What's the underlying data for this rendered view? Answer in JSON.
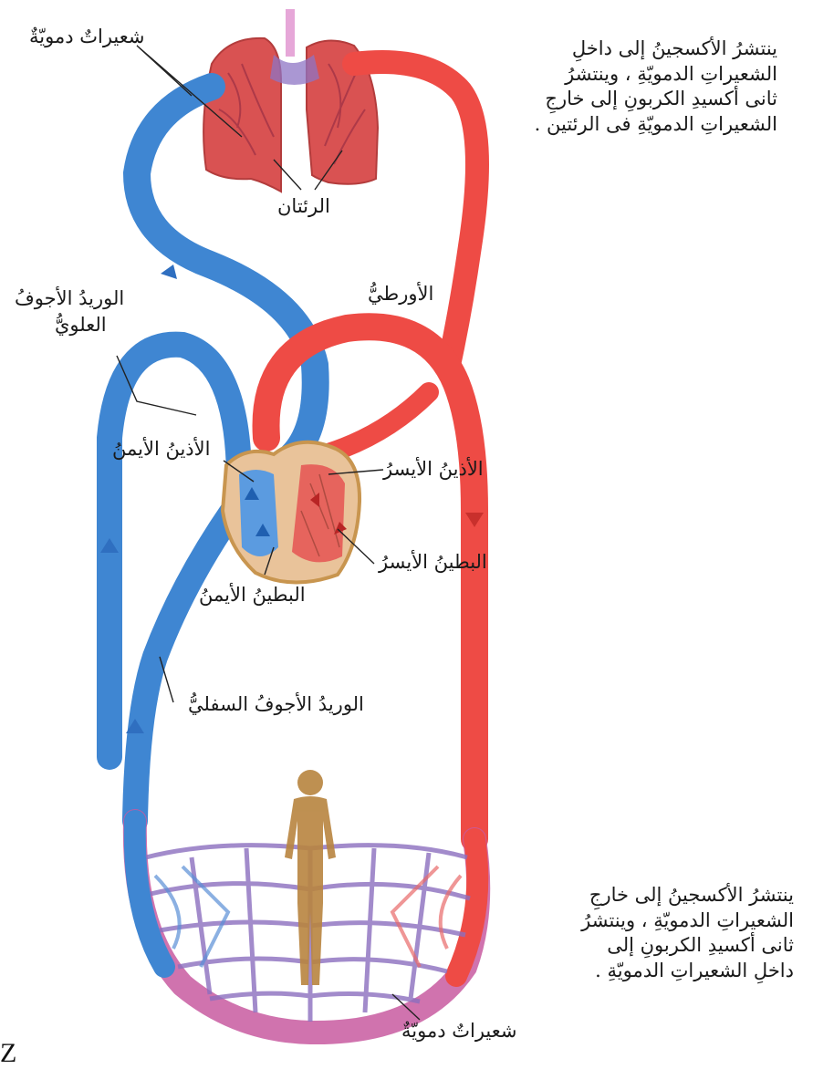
{
  "colors": {
    "vein": "#3f86d2",
    "vein_dark": "#2e6fb8",
    "artery": "#ee4b45",
    "artery_dark": "#d63a35",
    "lung": "#d94c4c",
    "heart_wall": "#e9c39a",
    "body_silhouette": "#b8843f",
    "capillary_mix": "#8a6fb8"
  },
  "labels": {
    "capillaries_top": "شعيراتٌ دمويّةٌ",
    "lungs": "الرئتان",
    "aorta": "الأورطيُّ",
    "superior_vena_cava_l1": "الوريدُ الأجوفُ",
    "superior_vena_cava_l2": "العلويُّ",
    "right_atrium": "الأذينُ الأيمنُ",
    "left_atrium": "الأذينُ الأيسرُ",
    "left_ventricle": "البطينُ الأيسرُ",
    "right_ventricle": "البطينُ الأيمنُ",
    "inferior_vena_cava": "الوريدُ الأجوفُ السفليُّ",
    "capillaries_bottom": "شعيراتٌ دمويّةٌ"
  },
  "notes": {
    "lungs_note": [
      "ينتشرُ الأكسجينُ إلى داخلِ",
      "الشعيراتِ الدمويّةِ ، وينتشرُ",
      "ثانى أكسيدِ الكربونِ إلى خارجِ",
      "الشعيراتِ الدمويّةِ فى الرئتين ."
    ],
    "body_note": [
      "ينتشرُ الأكسجينُ إلى خارجِ",
      "الشعيراتِ الدمويّةِ ، وينتشرُ",
      "ثانى أكسيدِ الكربونِ إلى",
      "داخلِ الشعيراتِ الدمويّةِ ."
    ]
  },
  "footer": {
    "text": "Z"
  }
}
